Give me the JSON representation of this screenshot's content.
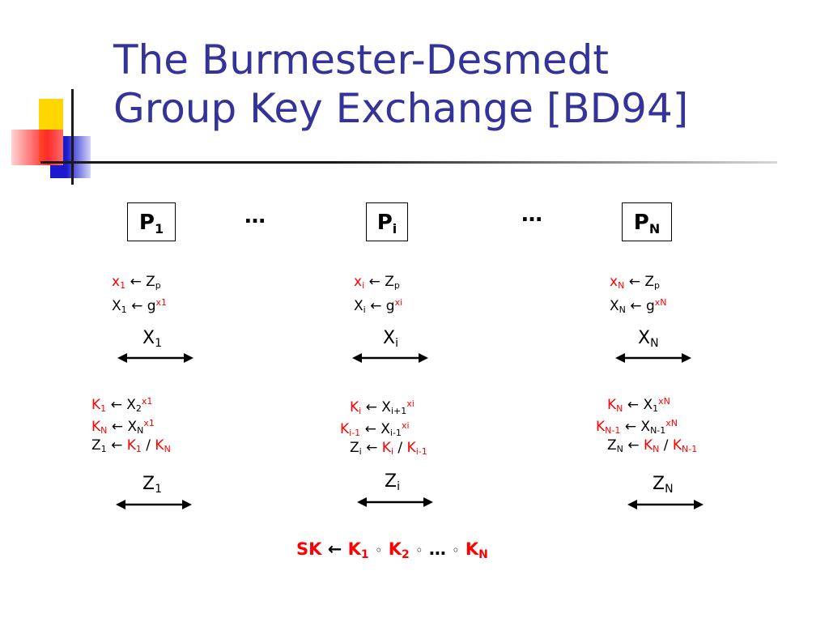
{
  "title": {
    "line1": "The Burmester-Desmedt",
    "line2": "Group Key Exchange [BD94]"
  },
  "dots": "…",
  "parties": [
    {
      "name": "P",
      "sub": "1",
      "s1": {
        "a": "x",
        "as": "1",
        "b": "Z",
        "bs": "p"
      },
      "s2": {
        "a": "X",
        "as": "1",
        "b": "g",
        "bsup": "x1"
      },
      "msg1": {
        "a": "X",
        "as": "1"
      },
      "k1": {
        "a": "K",
        "as": "1",
        "b": "X",
        "bs": "2",
        "bsup": "x1"
      },
      "k2": {
        "a": "K",
        "as": "N",
        "b": "X",
        "bs": "N",
        "bsup": "x1"
      },
      "z": {
        "a": "Z",
        "as": "1",
        "b": "K",
        "bs": "1",
        "c": "K",
        "cs": "N"
      },
      "msg2": {
        "a": "Z",
        "as": "1"
      }
    },
    {
      "name": "P",
      "sub": "i",
      "s1": {
        "a": "x",
        "as": "i",
        "b": "Z",
        "bs": "p"
      },
      "s2": {
        "a": "X",
        "as": "i",
        "b": "g",
        "bsup": "xi"
      },
      "msg1": {
        "a": "X",
        "as": "i"
      },
      "k1": {
        "a": "K",
        "as": "i",
        "b": "X",
        "bs": "i+1",
        "bsup": "xi"
      },
      "k2": {
        "a": "K",
        "as": "i-1",
        "b": "X",
        "bs": "i-1",
        "bsup": "xi"
      },
      "z": {
        "a": "Z",
        "as": "i",
        "b": "K",
        "bs": "i",
        "c": "K",
        "cs": "i-1"
      },
      "msg2": {
        "a": "Z",
        "as": "i"
      }
    },
    {
      "name": "P",
      "sub": "N",
      "s1": {
        "a": "x",
        "as": "N",
        "b": "Z",
        "bs": "p"
      },
      "s2": {
        "a": "X",
        "as": "N",
        "b": "g",
        "bsup": "xN"
      },
      "msg1": {
        "a": "X",
        "as": "N"
      },
      "k1": {
        "a": "K",
        "as": "N",
        "b": "X",
        "bs": "1",
        "bsup": "xN"
      },
      "k2": {
        "a": "K",
        "as": "N-1",
        "b": "X",
        "bs": "N-1",
        "bsup": "xN"
      },
      "z": {
        "a": "Z",
        "as": "N",
        "b": "K",
        "bs": "N",
        "c": "K",
        "cs": "N-1"
      },
      "msg2": {
        "a": "Z",
        "as": "N"
      }
    }
  ],
  "symbols": {
    "assign": "←",
    "slash": "/",
    "compose": "◦"
  },
  "sk": {
    "label": "SK",
    "k": "K",
    "s1": "1",
    "s2": "2",
    "sn": "N",
    "dots": "…"
  },
  "colors": {
    "title": "#333399",
    "highlight": "#ff0000"
  }
}
